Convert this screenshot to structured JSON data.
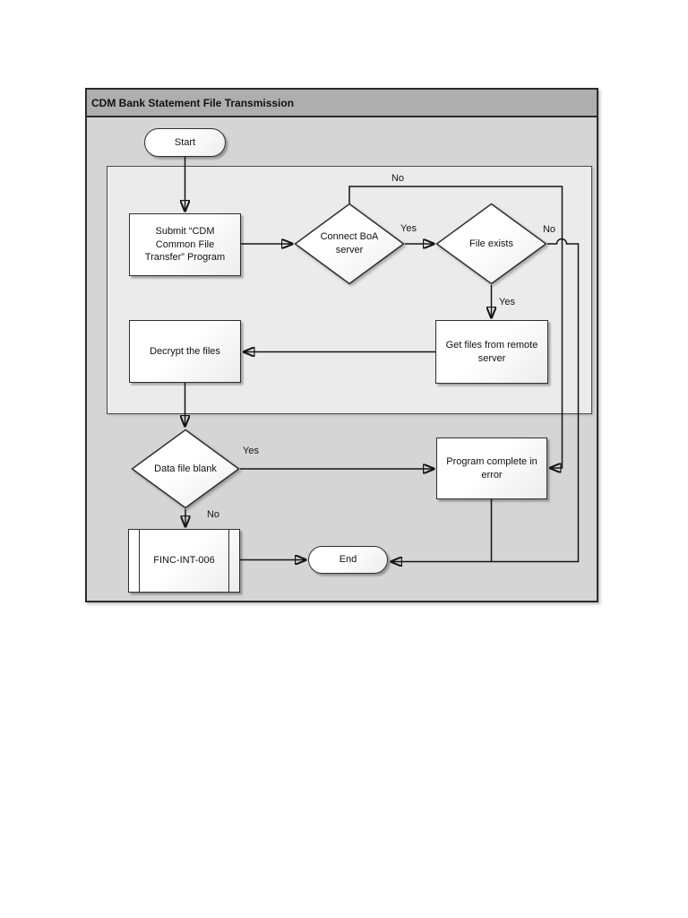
{
  "diagram": {
    "title": "CDM Bank Statement File Transmission",
    "nodes": {
      "start": {
        "label": "Start",
        "type": "terminator"
      },
      "submit": {
        "label": "Submit “CDM Common File Transfer” Program",
        "type": "process"
      },
      "connect": {
        "label": "Connect BoA server",
        "type": "decision"
      },
      "file_exists": {
        "label": "File exists",
        "type": "decision"
      },
      "get_files": {
        "label": "Get files from remote server",
        "type": "process"
      },
      "decrypt": {
        "label": "Decrypt the files",
        "type": "process"
      },
      "data_blank": {
        "label": "Data file blank",
        "type": "decision"
      },
      "program_error": {
        "label": "Program complete in error",
        "type": "process"
      },
      "finc": {
        "label": "FINC-INT-006",
        "type": "predefined-process"
      },
      "end": {
        "label": "End",
        "type": "terminator"
      }
    },
    "edge_labels": {
      "connect_no": "No",
      "connect_yes": "Yes",
      "file_exists_no": "No",
      "file_exists_yes": "Yes",
      "data_blank_yes": "Yes",
      "data_blank_no": "No"
    },
    "colors": {
      "title_bar": "#aeaeae",
      "panel_body": "#d5d5d5",
      "lane": "#ebebeb",
      "shape_fill": "#ffffff",
      "line": "#141414"
    }
  }
}
